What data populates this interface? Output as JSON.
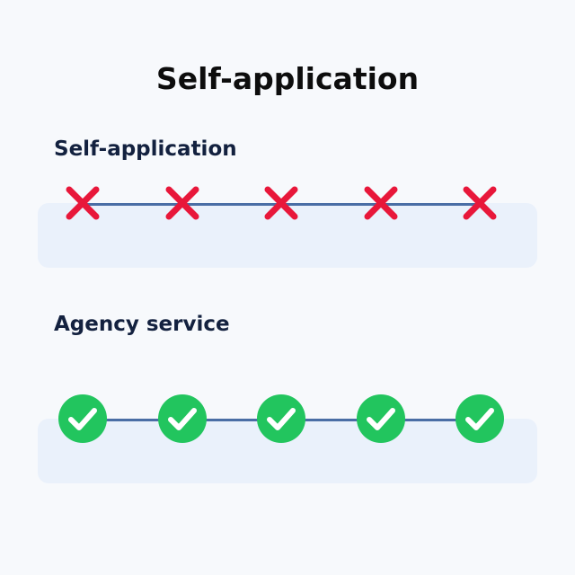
{
  "title": "Self-application",
  "rows": [
    {
      "heading": "Self-application",
      "icon": "cross-icon",
      "icon_color": "#e8173a",
      "count": 5
    },
    {
      "heading": "Agency service",
      "icon": "check-circle-icon",
      "icon_color": "#22c55e",
      "count": 5
    }
  ],
  "colors": {
    "line": "#4a6ea5",
    "track_bg": "#eaf1fb",
    "heading": "#13213f"
  }
}
